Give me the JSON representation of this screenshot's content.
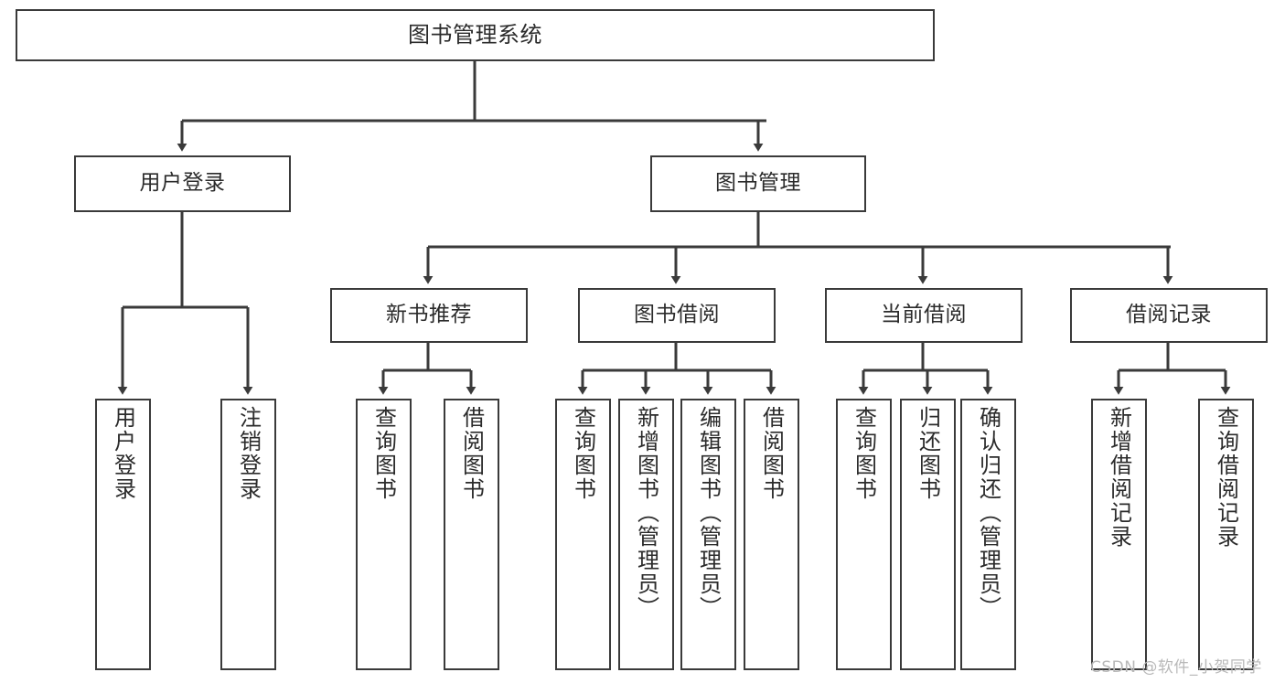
{
  "diagram": {
    "title": "图书管理系统",
    "type": "hierarchy-tree",
    "colors": {
      "background": "#ffffff",
      "stroke": "#3a3a3a",
      "text": "#2b2b2b",
      "watermark": "#b9b9b9"
    },
    "root": {
      "label": "图书管理系统"
    },
    "level2": [
      {
        "label": "用户登录"
      },
      {
        "label": "图书管理"
      }
    ],
    "level3": [
      {
        "label": "新书推荐"
      },
      {
        "label": "图书借阅"
      },
      {
        "label": "当前借阅"
      },
      {
        "label": "借阅记录"
      }
    ],
    "leaves": {
      "user_login": [
        {
          "label": "用户登录"
        },
        {
          "label": "注销登录"
        }
      ],
      "new_book_recommend": [
        {
          "label": "查询图书"
        },
        {
          "label": "借阅图书"
        }
      ],
      "book_borrow": [
        {
          "label": "查询图书"
        },
        {
          "label": "新增图书（管理员）"
        },
        {
          "label": "编辑图书（管理员）"
        },
        {
          "label": "借阅图书"
        }
      ],
      "current_borrow": [
        {
          "label": "查询图书"
        },
        {
          "label": "归还图书"
        },
        {
          "label": "确认归还（管理员）"
        }
      ],
      "borrow_record": [
        {
          "label": "新增借阅记录"
        },
        {
          "label": "查询借阅记录"
        }
      ]
    }
  },
  "watermark": {
    "text": "CSDN @软件_小贺同学"
  }
}
